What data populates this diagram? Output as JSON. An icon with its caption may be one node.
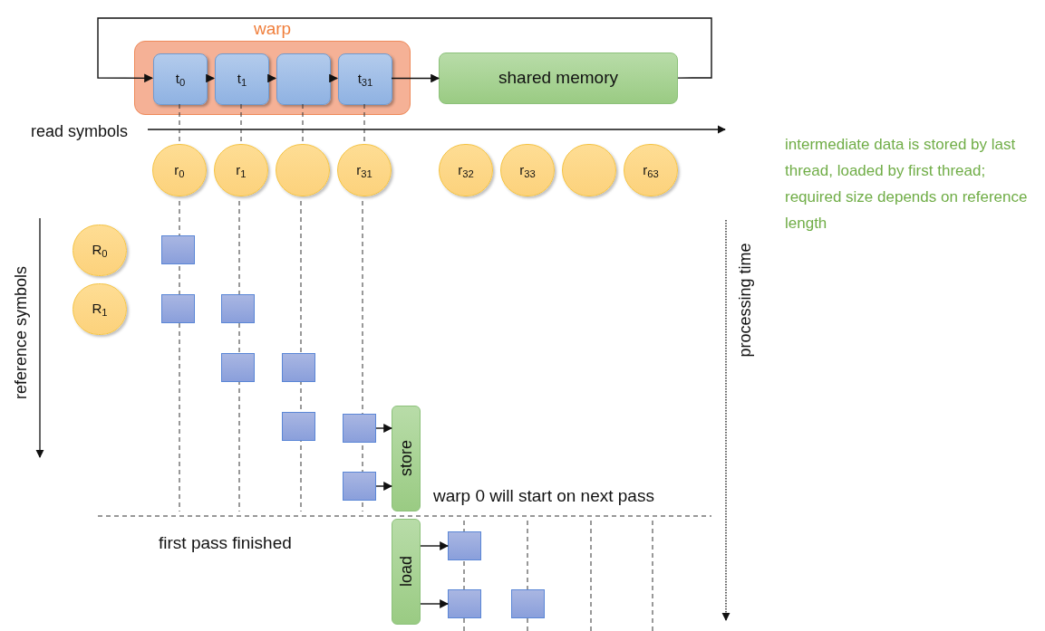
{
  "diagram": {
    "nodes": [
      {
        "text": [
          "warp"
        ]
      },
      {
        "text": [
          "t$_{0}$"
        ],
        "in": 0
      },
      {
        "text": [
          "t$_{1}$"
        ],
        "in": 0
      },
      {
        "text": [],
        "shape": "box",
        "in": 0
      },
      {
        "text": [
          "t$_{31}$"
        ],
        "in": 0
      },
      {
        "text": [
          "shared memory"
        ]
      },
      {
        "text": [
          "r$_{0}$"
        ]
      },
      {
        "text": [
          "r$_{1}$"
        ]
      },
      {
        "text": [],
        "shape": "circle"
      },
      {
        "text": [
          "r$_{31}$"
        ]
      },
      {
        "text": [
          "r$_{32}$"
        ]
      },
      {
        "text": [
          "r$_{33}$"
        ]
      },
      {
        "text": [],
        "shape": "circle"
      },
      {
        "text": [
          "r$_{63}$"
        ]
      },
      {
        "text": [
          "R$_{0}$"
        ]
      },
      {
        "text": [
          "R$_{1}$"
        ]
      },
      {
        "text": [],
        "shape": "box"
      },
      {
        "text": [],
        "shape": "box"
      },
      {
        "text": [],
        "shape": "box"
      },
      {
        "text": [],
        "shape": "box"
      },
      {
        "text": [],
        "shape": "box"
      },
      {
        "text": [],
        "shape": "box"
      },
      {
        "text": [],
        "shape": "box"
      },
      {
        "text": [
          "store"
        ]
      },
      {
        "text": [],
        "shape": "box"
      },
      {
        "text": [
          "load"
        ]
      },
      {
        "text": [],
        "shape": "box"
      },
      {
        "text": [],
        "shape": "box"
      },
      {
        "text": [],
        "shape": "box"
      }
    ],
    "edges": [
      {
        "from": 1,
        "to": 2,
        "arrow": "to"
      },
      {
        "from": 2,
        "to": 3,
        "arrow": "to"
      },
      {
        "from": 3,
        "to": 4,
        "arrow": "to"
      },
      {
        "from": 4,
        "to": 5,
        "arrow": "to"
      },
      {
        "from": 5,
        "to": 1,
        "arrow": "to"
      },
      {
        "from": 1,
        "to": 6,
        "arrow": "none",
        "style": "dashed"
      },
      {
        "from": 2,
        "to": 7,
        "arrow": "none",
        "style": "dashed"
      },
      {
        "from": 3,
        "to": 8,
        "arrow": "none",
        "style": "dashed"
      },
      {
        "from": 4,
        "to": 9,
        "arrow": "none",
        "style": "dashed"
      },
      {
        "from": 22,
        "to": 23,
        "arrow": "to"
      },
      {
        "from": 24,
        "to": 23,
        "arrow": "to"
      },
      {
        "from": 25,
        "to": 26,
        "arrow": "to"
      },
      {
        "from": 25,
        "to": 27,
        "arrow": "to"
      }
    ],
    "labels": [
      "read symbols",
      "intermediate data is stored by last thread, loaded by first thread; required size depends on reference length",
      "reference symbols",
      "processing time",
      "warp 0 will start on next pass",
      "first pass finished"
    ]
  }
}
